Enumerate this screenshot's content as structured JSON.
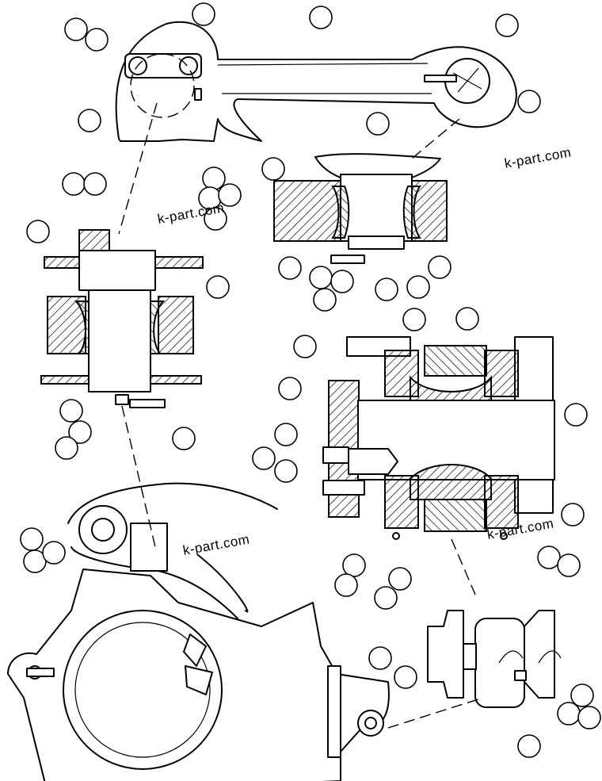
{
  "watermarks": [
    {
      "id": "wm-1",
      "text": "k-part.com"
    },
    {
      "id": "wm-2",
      "text": "k-part.com"
    },
    {
      "id": "wm-3",
      "text": "k-part.com"
    },
    {
      "id": "wm-4",
      "text": "k-part.com"
    }
  ],
  "callouts_count": 52
}
